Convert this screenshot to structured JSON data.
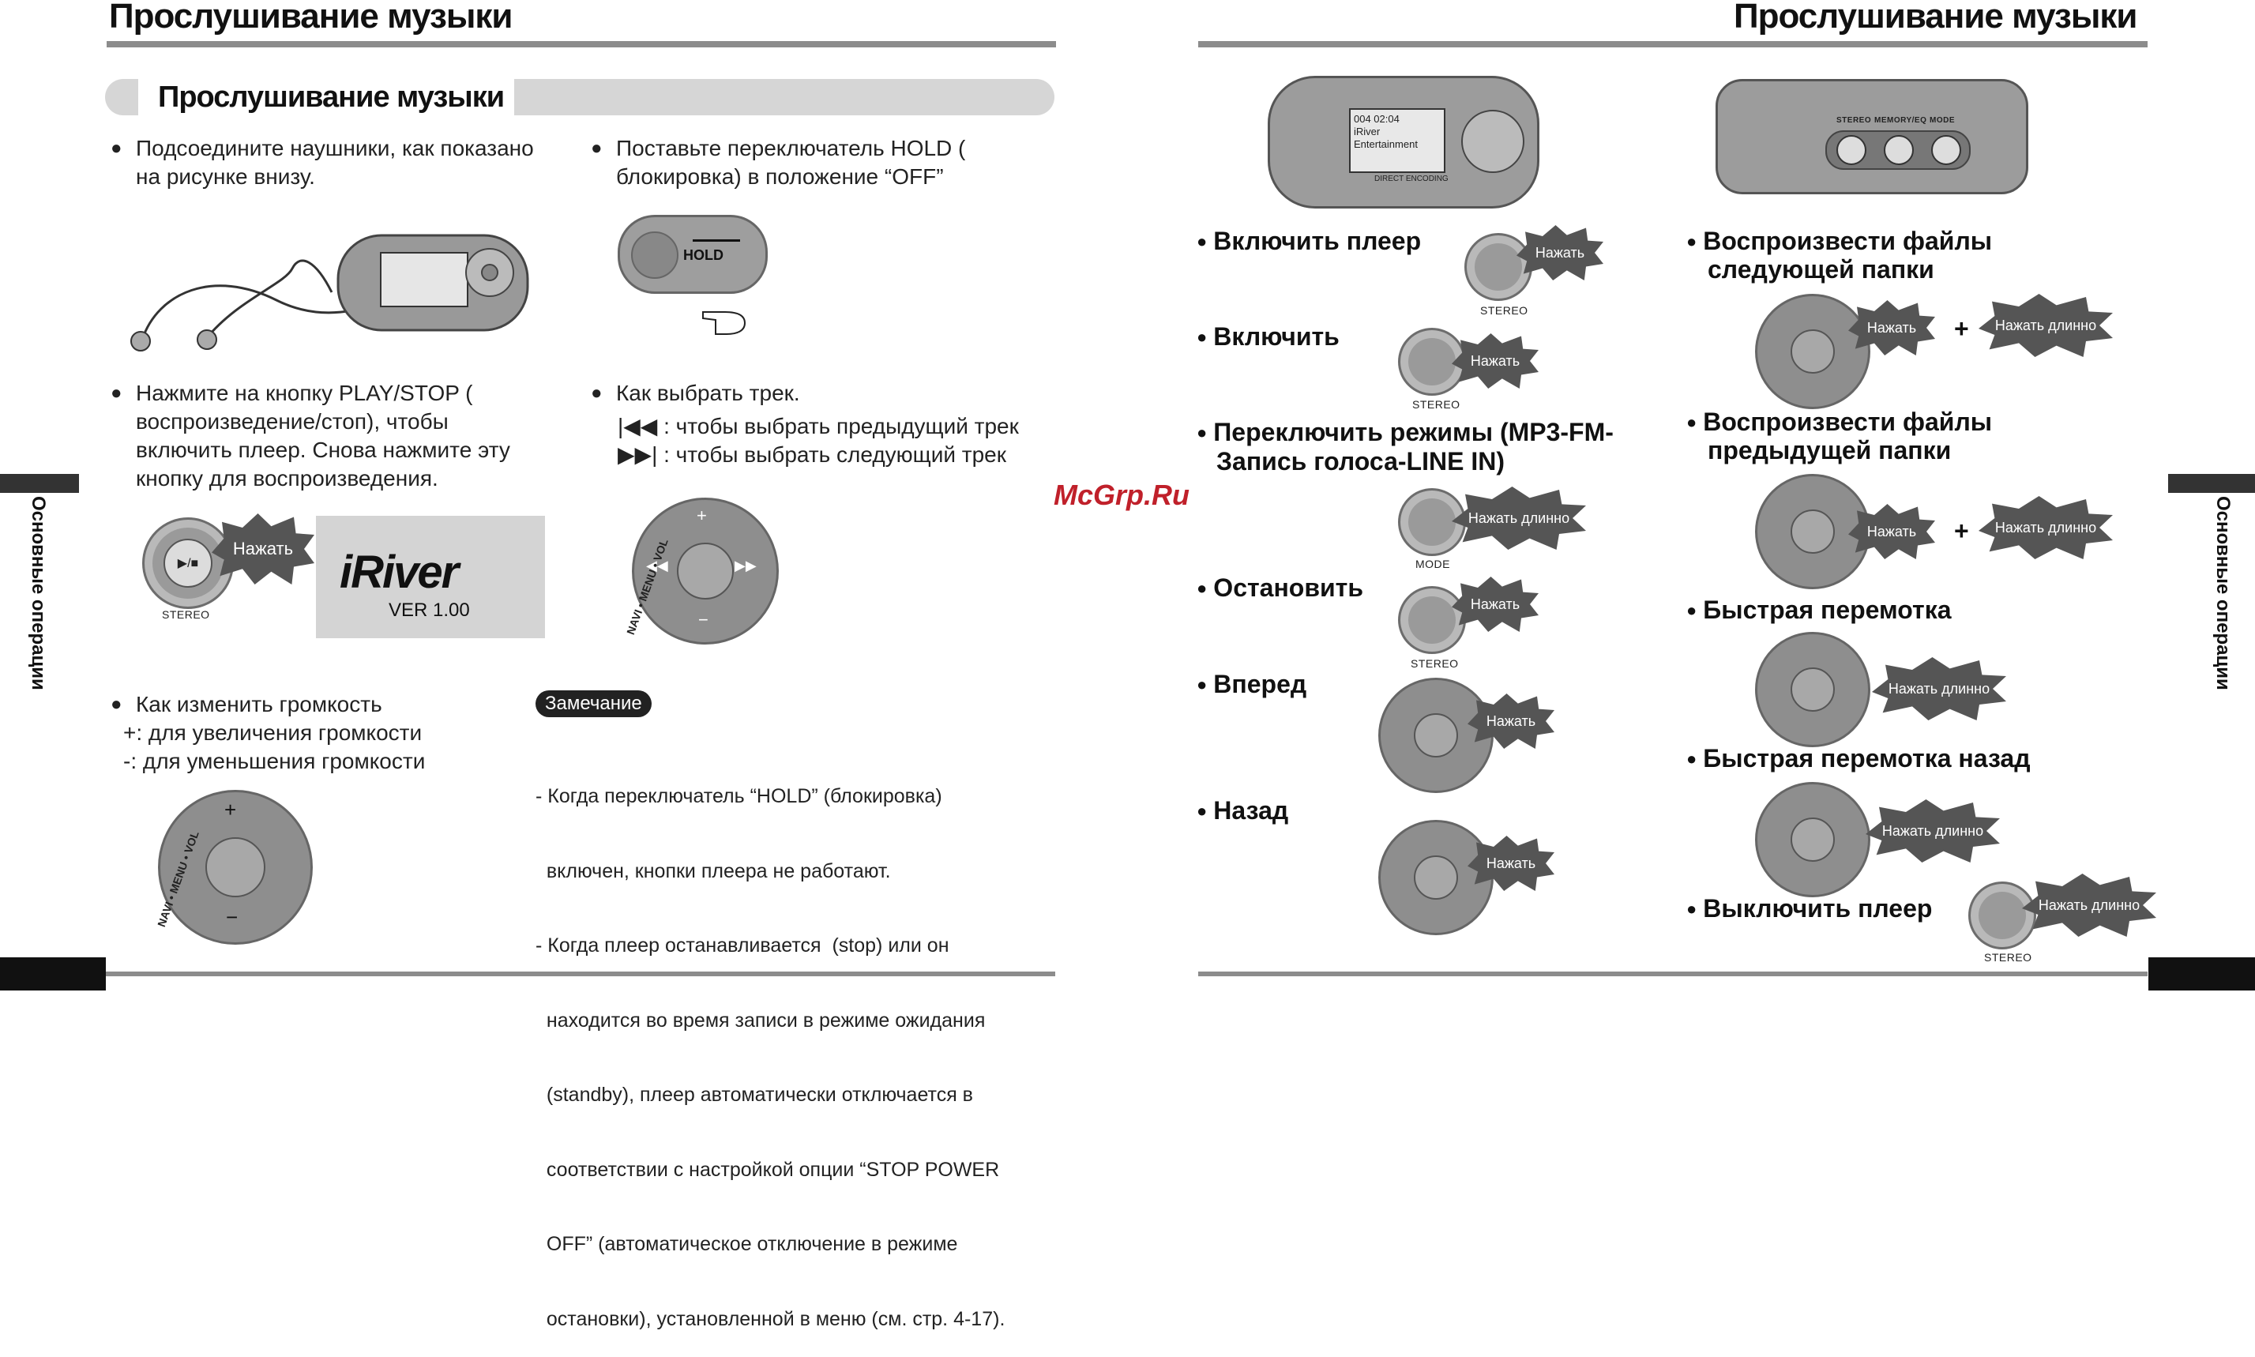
{
  "left_page": {
    "title": "Прослушивание музыки",
    "section_title": "Прослушивание музыки",
    "side_tab": "Основные операции",
    "bullets": {
      "connect": [
        "Подсоедините наушники, как показано",
        "на рисунке внизу."
      ],
      "hold": [
        "Поставьте переключатель HOLD (",
        "блокировка) в положение “OFF”"
      ],
      "play": [
        "Нажмите на кнопку PLAY/STOP (",
        "воспроизведение/стоп), чтобы",
        "включить плеер. Снова нажмите эту",
        "кнопку для воспроизведения."
      ],
      "track": [
        "Как выбрать трек."
      ],
      "track_prev": ": чтобы выбрать предыдущий трек",
      "track_next": ": чтобы выбрать следующий трек",
      "volume": [
        "Как изменить громкость",
        "+: для увеличения громкости",
        "-: для уменьшения громкости"
      ]
    },
    "hold_label": "HOLD",
    "press_label": "Нажать",
    "stereo_label": "STEREO",
    "logo_text": "iRiver",
    "version_text": "VER 1.00",
    "pad_label": "NAVI • MENU • VOL",
    "note_badge": "Замечание",
    "note_lines": [
      "- Когда переключатель “HOLD” (блокировка)",
      "  включен, кнопки плеера не работают.",
      "- Когда плеер останавливается  (stop) или он",
      "  находится во время записи в режиме ожидания",
      "  (standby), плеер автоматически отключается в",
      "  соответствии с настройкой опции “STOP POWER",
      "  OFF” (автоматическое отключение в режиме",
      "  остановки), установленной в меню (см. стр. 4-17)."
    ]
  },
  "watermark": "McGrp.Ru",
  "right_page": {
    "title": "Прослушивание музыки",
    "side_tab": "Основные операции",
    "device_screen": [
      "004   02:04",
      "iRiver",
      "Entertainment"
    ],
    "device_footer": "DIRECT ENCODING",
    "top_labels": [
      "STEREO",
      "MEMORY/EQ",
      "MODE"
    ],
    "actions_left": [
      {
        "label": "Включить плеер",
        "press": "Нажать",
        "caption": "STEREO"
      },
      {
        "label": "Включить",
        "press": "Нажать",
        "caption": "STEREO"
      },
      {
        "label": "Переключить режимы (MP3-FM-",
        "label2": "Запись голоса-LINE IN)",
        "press": "Нажать длинно",
        "caption": "MODE"
      },
      {
        "label": "Остановить",
        "press": "Нажать",
        "caption": "STEREO"
      },
      {
        "label": "Вперед",
        "press": "Нажать"
      },
      {
        "label": "Назад",
        "press": "Нажать"
      }
    ],
    "actions_right": [
      {
        "label": "Воспроизвести файлы",
        "label2": "следующей папки",
        "press": "Нажать",
        "plus": "+",
        "long": "Нажать длинно"
      },
      {
        "label": "Воспроизвести  файлы",
        "label2": "предыдущей папки",
        "press": "Нажать",
        "plus": "+",
        "long": "Нажать длинно"
      },
      {
        "label": "Быстрая перемотка",
        "long": "Нажать длинно"
      },
      {
        "label": "Быстрая перемотка назад",
        "long": "Нажать длинно"
      },
      {
        "label": "Выключить плеер",
        "long": "Нажать длинно",
        "caption": "STEREO"
      }
    ]
  }
}
